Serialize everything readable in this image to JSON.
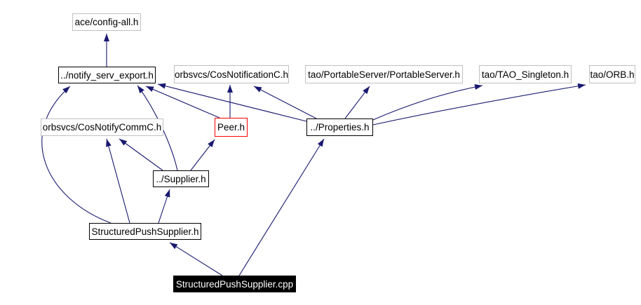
{
  "diagram": {
    "type": "include-dependency-graph",
    "root_file": "StructuredPushSupplier.cpp",
    "colors": {
      "edge": "#191970",
      "internal_border": "#000000",
      "external_border": "#c0c0c0",
      "highlight_border": "#ff0000",
      "focus_bg": "#000000",
      "focus_text": "#ffffff",
      "canvas_bg": "#ffffff"
    },
    "nodes": [
      {
        "id": "ace-config-all",
        "label": "ace/config-all.h",
        "style": "external"
      },
      {
        "id": "notify-serv-export",
        "label": "../notify_serv_export.h",
        "style": "internal"
      },
      {
        "id": "cos-notification-c",
        "label": "orbsvcs/CosNotificationC.h",
        "style": "external"
      },
      {
        "id": "portable-server",
        "label": "tao/PortableServer/PortableServer.h",
        "style": "external"
      },
      {
        "id": "tao-singleton",
        "label": "tao/TAO_Singleton.h",
        "style": "external"
      },
      {
        "id": "tao-orb",
        "label": "tao/ORB.h",
        "style": "external"
      },
      {
        "id": "cos-notify-comm-c",
        "label": "orbsvcs/CosNotifyCommC.h",
        "style": "external"
      },
      {
        "id": "peer",
        "label": "Peer.h",
        "style": "highlight"
      },
      {
        "id": "properties",
        "label": "../Properties.h",
        "style": "internal"
      },
      {
        "id": "supplier",
        "label": "../Supplier.h",
        "style": "internal"
      },
      {
        "id": "structured-push-supplier-h",
        "label": "StructuredPushSupplier.h",
        "style": "internal"
      },
      {
        "id": "structured-push-supplier-cpp",
        "label": "StructuredPushSupplier.cpp",
        "style": "focus"
      }
    ],
    "edges": [
      {
        "from": "notify-serv-export",
        "to": "ace-config-all"
      },
      {
        "from": "structured-push-supplier-cpp",
        "to": "structured-push-supplier-h"
      },
      {
        "from": "structured-push-supplier-cpp",
        "to": "properties"
      },
      {
        "from": "structured-push-supplier-h",
        "to": "notify-serv-export"
      },
      {
        "from": "structured-push-supplier-h",
        "to": "cos-notify-comm-c"
      },
      {
        "from": "structured-push-supplier-h",
        "to": "supplier"
      },
      {
        "from": "supplier",
        "to": "cos-notify-comm-c"
      },
      {
        "from": "supplier",
        "to": "peer"
      },
      {
        "from": "supplier",
        "to": "notify-serv-export"
      },
      {
        "from": "peer",
        "to": "notify-serv-export"
      },
      {
        "from": "peer",
        "to": "cos-notification-c"
      },
      {
        "from": "properties",
        "to": "notify-serv-export"
      },
      {
        "from": "properties",
        "to": "cos-notification-c"
      },
      {
        "from": "properties",
        "to": "portable-server"
      },
      {
        "from": "properties",
        "to": "tao-singleton"
      },
      {
        "from": "properties",
        "to": "tao-orb"
      }
    ]
  }
}
